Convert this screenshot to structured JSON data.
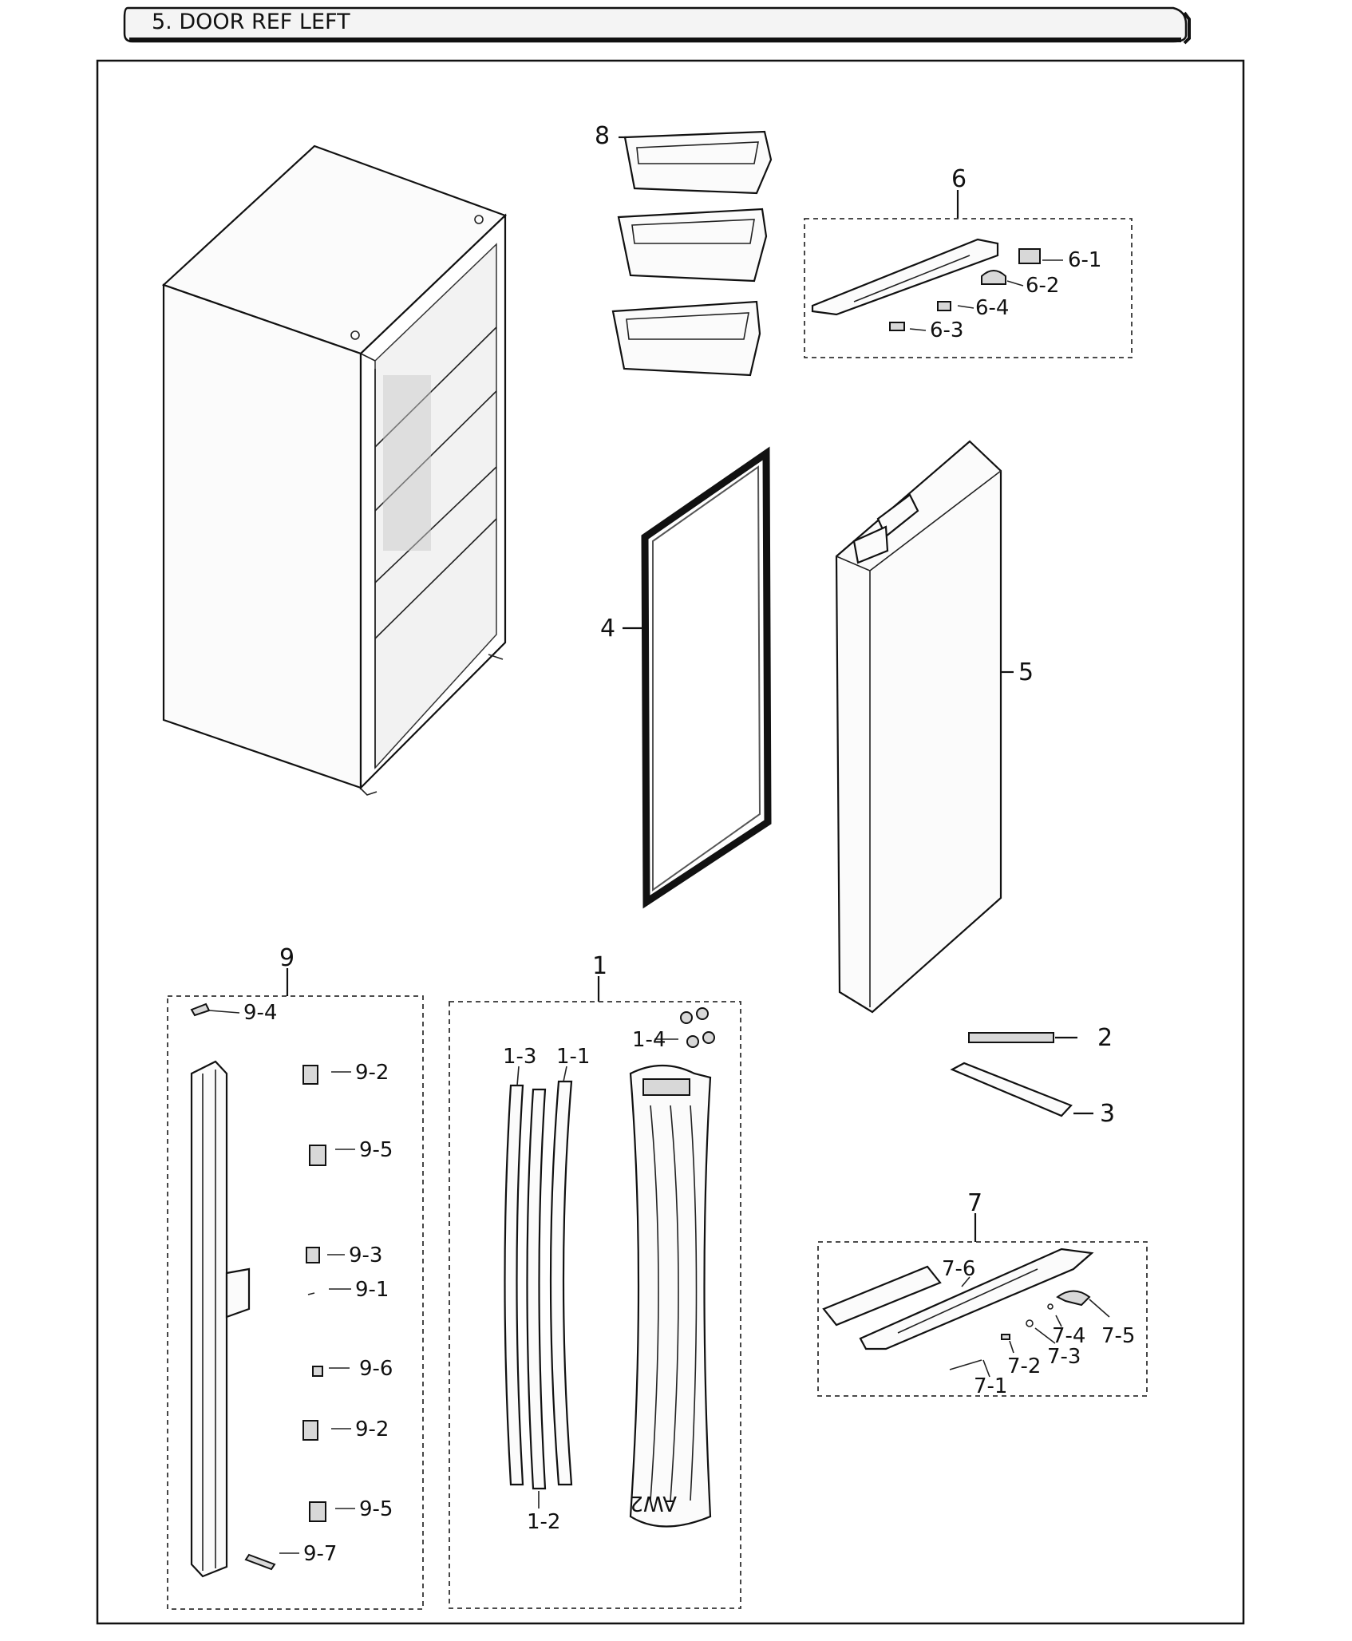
{
  "title": "5. DOOR REF LEFT",
  "labels": {
    "p1": "1",
    "p1_1": "1-1",
    "p1_2": "1-2",
    "p1_3": "1-3",
    "p1_4": "1-4",
    "p2": "2",
    "p3": "3",
    "p4": "4",
    "p5": "5",
    "p6": "6",
    "p6_1": "6-1",
    "p6_2": "6-2",
    "p6_3": "6-3",
    "p6_4": "6-4",
    "p7": "7",
    "p7_1": "7-1",
    "p7_2": "7-2",
    "p7_3": "7-3",
    "p7_4": "7-4",
    "p7_5": "7-5",
    "p7_6": "7-6",
    "p8": "8",
    "p9": "9",
    "p9_1": "9-1",
    "p9_2a": "9-2",
    "p9_2b": "9-2",
    "p9_3": "9-3",
    "p9_4": "9-4",
    "p9_5a": "9-5",
    "p9_5b": "9-5",
    "p9_6": "9-6",
    "p9_7": "9-7"
  },
  "gasket_imprint": "AW2"
}
